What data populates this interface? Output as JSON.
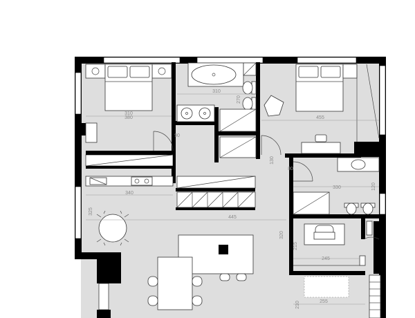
{
  "dimensions": {
    "bedroom_left_width_a": "310",
    "bedroom_left_width_b": "380",
    "bath_top_width": "310",
    "bath_top_height": "270",
    "bedroom_right_width": "455",
    "hall_small": "90",
    "corridor_height": "130",
    "closet_height": "80",
    "bath_right_width": "330",
    "bath_right_height": "120",
    "kitchen_width": "340",
    "dining_width": "445",
    "living_height": "325",
    "living_height_b": "320",
    "bath_lower_height": "215",
    "utility_width": "245",
    "entry_width": "255",
    "entry_height": "210"
  },
  "icons": [
    "bed-icon",
    "bathtub-icon",
    "sink-icon",
    "toilet-icon",
    "shower-icon",
    "desk-icon",
    "armchair-icon",
    "dining-table-icon",
    "chair-icon",
    "kitchen-island-icon",
    "stove-icon",
    "washing-machine-icon",
    "door-icon",
    "stair-icon"
  ],
  "colors": {
    "wall": "#000000",
    "floor": "#dedede",
    "fixture": "#ffffff"
  }
}
